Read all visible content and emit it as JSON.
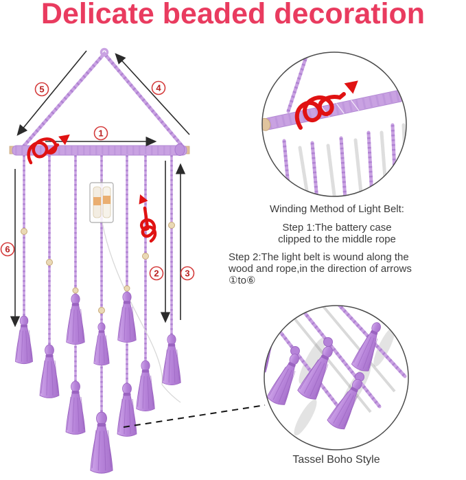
{
  "title": {
    "text": "Delicate beaded decoration",
    "color": "#e93b5f"
  },
  "diagram": {
    "markers": [
      {
        "label": "1"
      },
      {
        "label": "2"
      },
      {
        "label": "3"
      },
      {
        "label": "4"
      },
      {
        "label": "5"
      },
      {
        "label": "6"
      }
    ],
    "colors": {
      "rope_purple": "#c9a2e2",
      "tassel_purple": "#b683d9",
      "marker_red": "#d43b3b",
      "spiral_red": "#e01212",
      "arrow_black": "#2b2b2b",
      "wood": "#dfc09a",
      "title_pink": "#e93b5f"
    },
    "icons": [
      "spiral-wind-arrow",
      "direction-arrow",
      "circled-number-marker",
      "dashed-pointer-line",
      "battery-case",
      "wood-bead"
    ]
  },
  "instructions": {
    "heading": "Winding Method of Light Belt:",
    "step1": [
      "Step 1:The battery case",
      "clipped to the middle rope"
    ],
    "step2": [
      "Step 2:The light belt is wound along the",
      "wood and rope,in the direction of arrows",
      "①to⑥"
    ]
  },
  "insets": {
    "tassel_caption": "Tassel Boho Style"
  }
}
